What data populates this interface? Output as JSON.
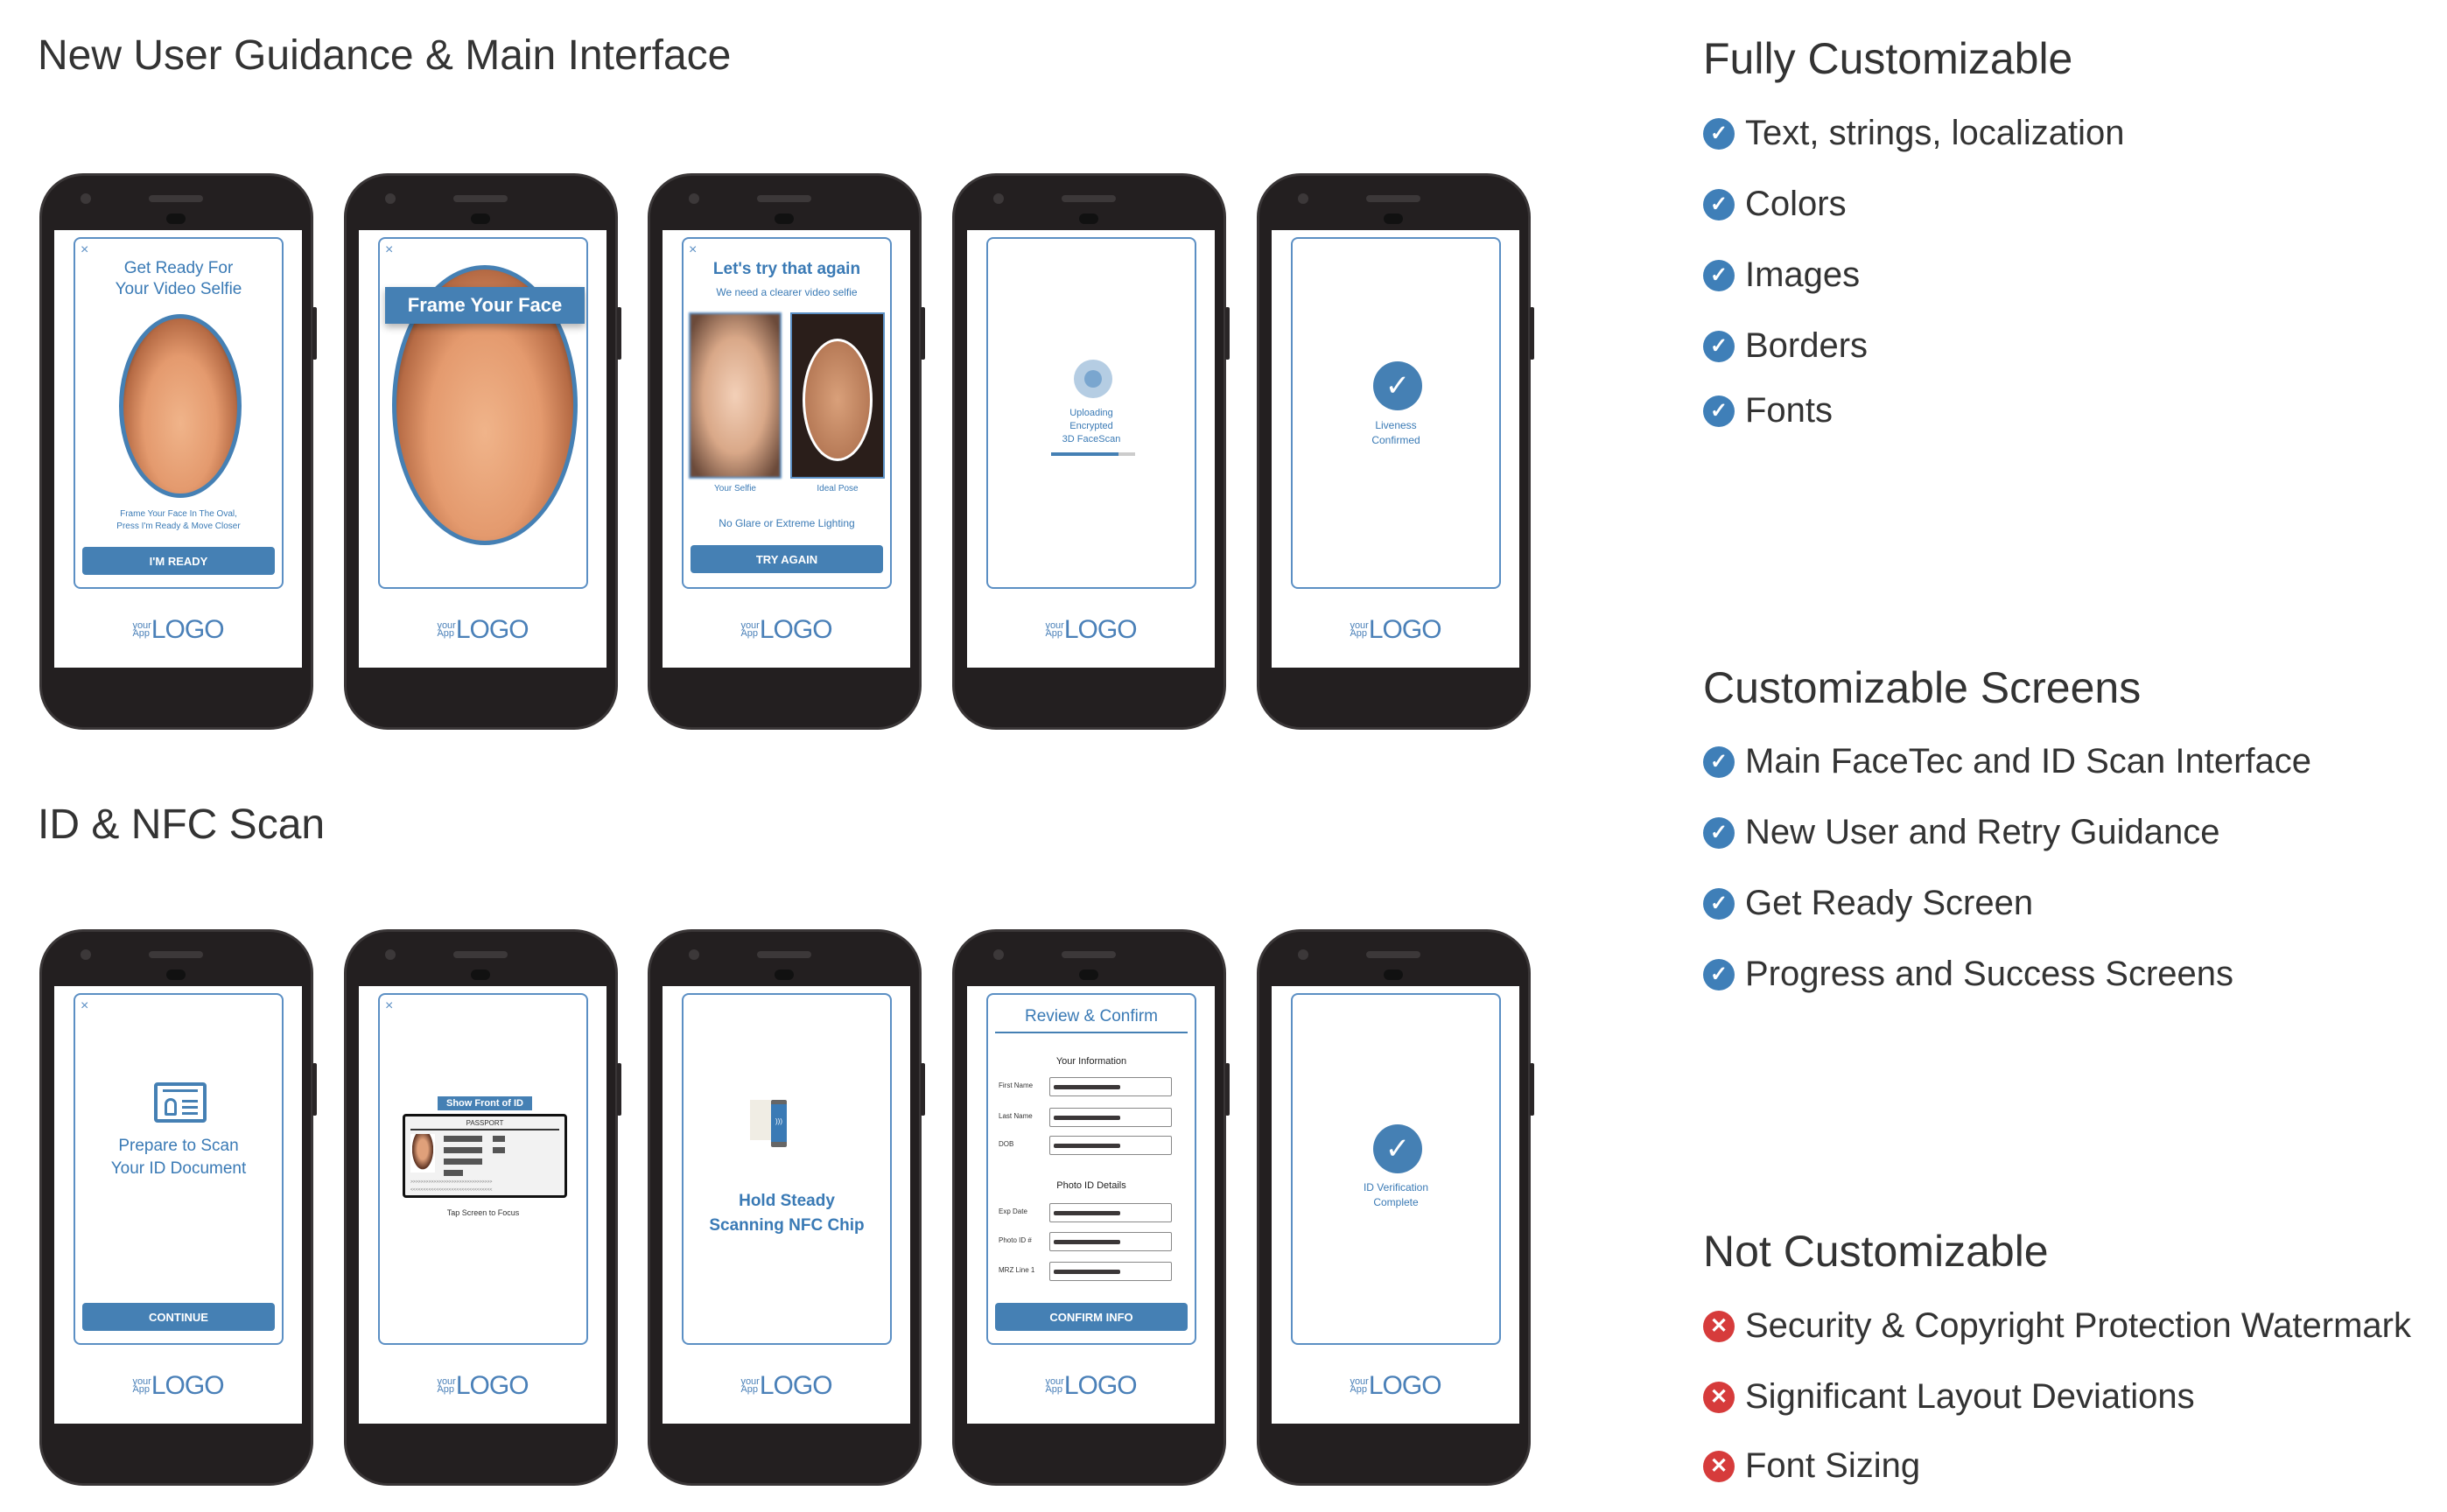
{
  "sections": {
    "top": "New User Guidance & Main Interface",
    "bottom": "ID & NFC Scan"
  },
  "logo": {
    "small1": "your",
    "small2": "App",
    "big": "LOGO"
  },
  "close_glyph": "×",
  "phones": {
    "get_ready": {
      "title1": "Get Ready For",
      "title2": "Your Video Selfie",
      "caption1": "Frame Your Face In The Oval,",
      "caption2": "Press I'm Ready & Move Closer",
      "button": "I'M READY"
    },
    "frame": {
      "banner": "Frame Your Face"
    },
    "retry": {
      "title": "Let's try that again",
      "subtitle": "We need a clearer video selfie",
      "label_left": "Your Selfie",
      "label_right": "Ideal Pose",
      "hint": "No Glare or Extreme Lighting",
      "button": "TRY AGAIN"
    },
    "upload": {
      "line1": "Uploading",
      "line2": "Encrypted",
      "line3": "3D FaceScan",
      "progress": 0.8
    },
    "liveness": {
      "line1": "Liveness",
      "line2": "Confirmed"
    },
    "prepare": {
      "line1": "Prepare to Scan",
      "line2": "Your ID Document",
      "button": "CONTINUE"
    },
    "show_id": {
      "label": "Show Front of ID",
      "doc": "PASSPORT",
      "mrz1": ">>>>>>>>>>>>>>>>>>>>>>>>>>>>>>>>",
      "mrz2": "<<<<<<<<<<<<<<<<<<<<<<<<<<<<<<<<",
      "hint": "Tap Screen to Focus"
    },
    "nfc": {
      "line1": "Hold Steady",
      "line2": "Scanning NFC Chip"
    },
    "review": {
      "title": "Review & Confirm",
      "section1": "Your Information",
      "fields1": [
        "First Name",
        "Last Name",
        "DOB"
      ],
      "section2": "Photo ID Details",
      "fields2": [
        "Exp Date",
        "Photo ID #",
        "MRZ Line 1"
      ],
      "button": "CONFIRM INFO"
    },
    "id_done": {
      "line1": "ID Verification",
      "line2": "Complete"
    }
  },
  "right": {
    "fully": {
      "title": "Fully Customizable",
      "items": [
        "Text, strings, localization",
        "Colors",
        "Images",
        "Borders",
        "Fonts"
      ]
    },
    "screens": {
      "title": "Customizable Screens",
      "items": [
        "Main FaceTec and ID Scan Interface",
        "New User and Retry Guidance",
        "Get Ready Screen",
        "Progress and Success Screens"
      ]
    },
    "not": {
      "title": "Not Customizable",
      "items": [
        "Security & Copyright Protection Watermark",
        "Significant Layout Deviations",
        "Font Sizing"
      ]
    }
  },
  "colors": {
    "accent": "#4580b4",
    "success": "#3f7fb8",
    "error": "#d63b3b",
    "phone": "#231f20"
  },
  "icons": {
    "ok": "check-circle-icon",
    "no": "x-circle-icon"
  }
}
